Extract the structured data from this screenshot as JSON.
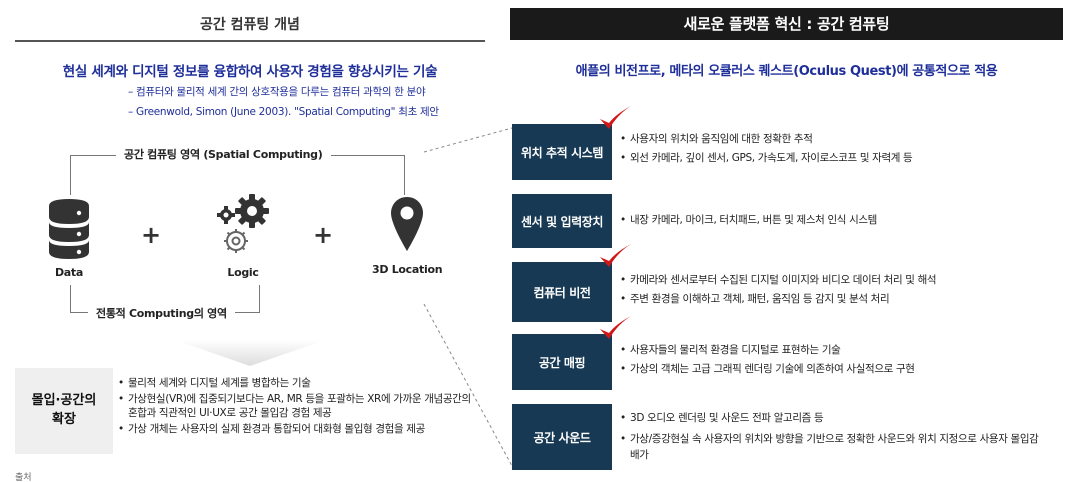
{
  "left": {
    "title": "공간 컴퓨팅 개념",
    "headline": "현실 세계와 디지털 정보를 융합하여 사용자 경험을 향상시키는 기술",
    "sub_lines": [
      "– 컴퓨터와 물리적 세계 간의 상호작용을 다루는 컴퓨터 과학의 한 분야",
      "– Greenwold, Simon (June 2003). \"Spatial Computing\" 최초 제안"
    ],
    "diagram": {
      "top_label": "공간 컴퓨팅 영역 (Spatial Computing)",
      "bottom_label": "전통적 Computing의 영역",
      "icons": [
        {
          "name": "database-icon",
          "label": "Data"
        },
        {
          "name": "gears-icon",
          "label": "Logic"
        },
        {
          "name": "location-pin-icon",
          "label": "3D Location"
        }
      ],
      "plus": "+"
    },
    "box_title": "몰입·공간의\n확장",
    "bullets": [
      "물리적 세계와 디지털 세계를 병합하는 기술",
      "가상현실(VR)에 집중되기보다는 AR, MR 등을 포괄하는 XR에 가까운 개념공간의 혼합과 직관적인 UI·UX로 공간 몰입감 경험 제공",
      "가상 개체는 사용자의 실제 환경과 통합되어 대화형 몰입형 경험을 제공"
    ],
    "bullet_char": "•",
    "footnote": "출처"
  },
  "right": {
    "header": "새로운 플랫폼 혁신 : 공간 컴퓨팅",
    "headline": "애플의 비전프로, 메타의 오큘러스 퀘스트(Oculus Quest)에 공통적으로 적용",
    "bullet_char": "•",
    "accent_color": "#173954",
    "check_color": "#d01818",
    "systems": [
      {
        "name": "위치 추적 시스템",
        "checked": true,
        "bullets": [
          "사용자의 위치와 움직임에 대한 정확한 추적",
          "외선 카메라, 깊이 센서, GPS, 가속도계, 자이로스코프 및 자력계 등"
        ]
      },
      {
        "name": "센서 및 입력장치",
        "checked": false,
        "bullets": [
          "내장 카메라, 마이크, 터치패드, 버튼 및 제스처 인식 시스템"
        ]
      },
      {
        "name": "컴퓨터 비전",
        "checked": true,
        "bullets": [
          "카메라와 센서로부터 수집된 디지털 이미지와 비디오 데이터 처리 및 해석",
          "주변 환경을 이해하고 객체, 패턴, 움직임 등 감지 및 분석 처리"
        ]
      },
      {
        "name": "공간 매핑",
        "checked": true,
        "bullets": [
          "사용자들의 물리적 환경을 디지털로 표현하는 기술",
          "가상의 객체는 고급 그래픽 렌더링 기술에 의존하여 사실적으로 구현"
        ]
      },
      {
        "name": "공간 사운드",
        "checked": false,
        "bullets": [
          "3D 오디오 렌더링 및 사운드 전파 알고리즘 등",
          "가상/증강현실 속 사용자의 위치와 방향을 기반으로 정확한 사운드와 위치 지정으로 사용자 몰입감 배가"
        ]
      }
    ]
  }
}
